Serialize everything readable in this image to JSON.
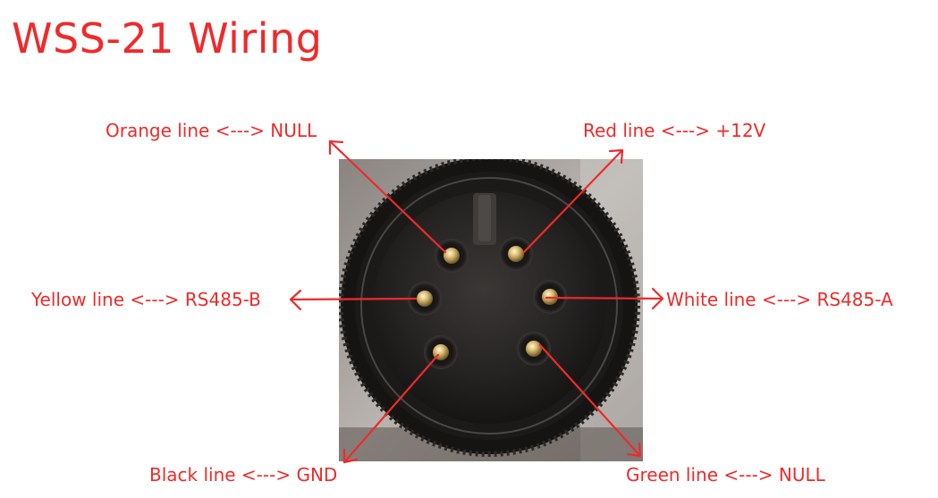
{
  "title": "WSS-21 Wiring",
  "colors": {
    "annotation": "#ef2a2a",
    "connector_body": "#1f1d1c",
    "pin": "#d4b46a"
  },
  "pins": [
    {
      "id": "orange",
      "label": "Orange line <---> NULL"
    },
    {
      "id": "red",
      "label": "Red line <---> +12V"
    },
    {
      "id": "yellow",
      "label": "Yellow line <---> RS485-B"
    },
    {
      "id": "white",
      "label": "White line <---> RS485-A"
    },
    {
      "id": "black",
      "label": "Black line <---> GND"
    },
    {
      "id": "green",
      "label": "Green line <---> NULL"
    }
  ]
}
